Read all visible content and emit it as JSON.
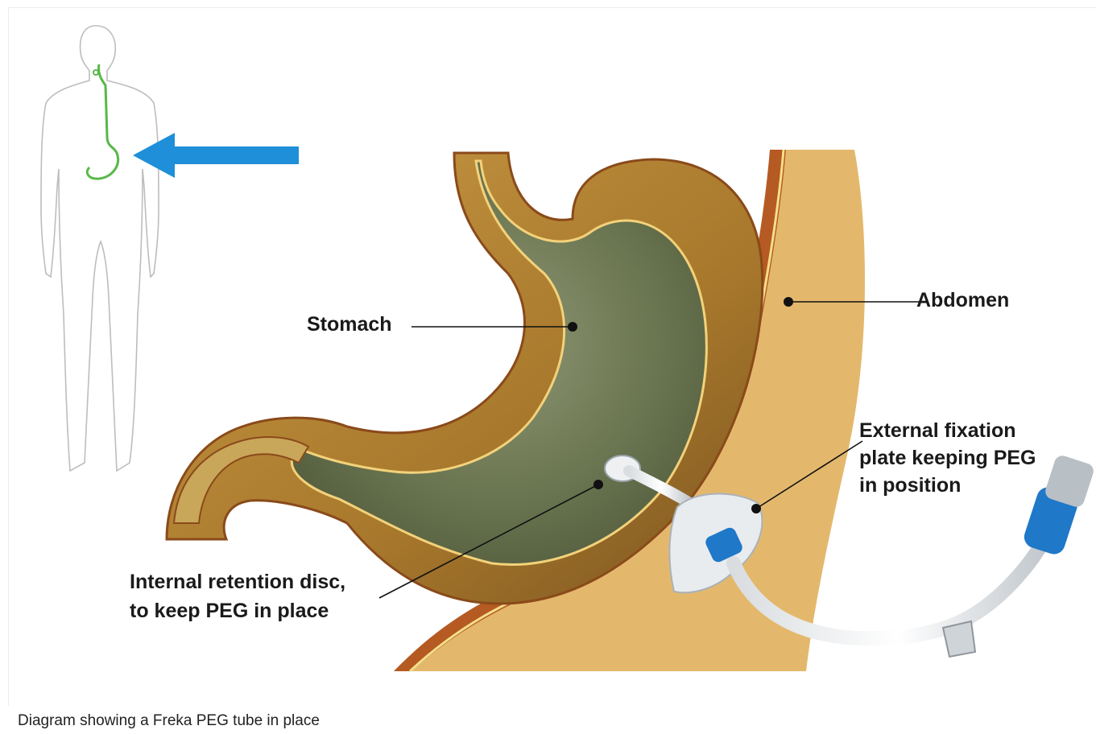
{
  "labels": {
    "stomach": "Stomach",
    "abdomen": "Abdomen",
    "fixation_line1": "External fixation",
    "fixation_line2": "plate keeping PEG",
    "fixation_line3": "in position",
    "retention_line1": "Internal retention disc,",
    "retention_line2": "to keep PEG in place"
  },
  "caption": "Diagram showing a Freka PEG tube in place",
  "colors": {
    "arrow": "#1e8fd8",
    "body_outline": "#bdbdbd",
    "esophagus": "#58b848",
    "abdomen_wall": "#e4b86c",
    "abdomen_edge": "#b55a22",
    "stomach_wall": "#b07a2a",
    "stomach_interior": "#6f7a55",
    "tube_connector": "#1f78c8"
  },
  "icons": {
    "figure": "human-silhouette-icon",
    "pointer": "arrow-left-icon"
  }
}
